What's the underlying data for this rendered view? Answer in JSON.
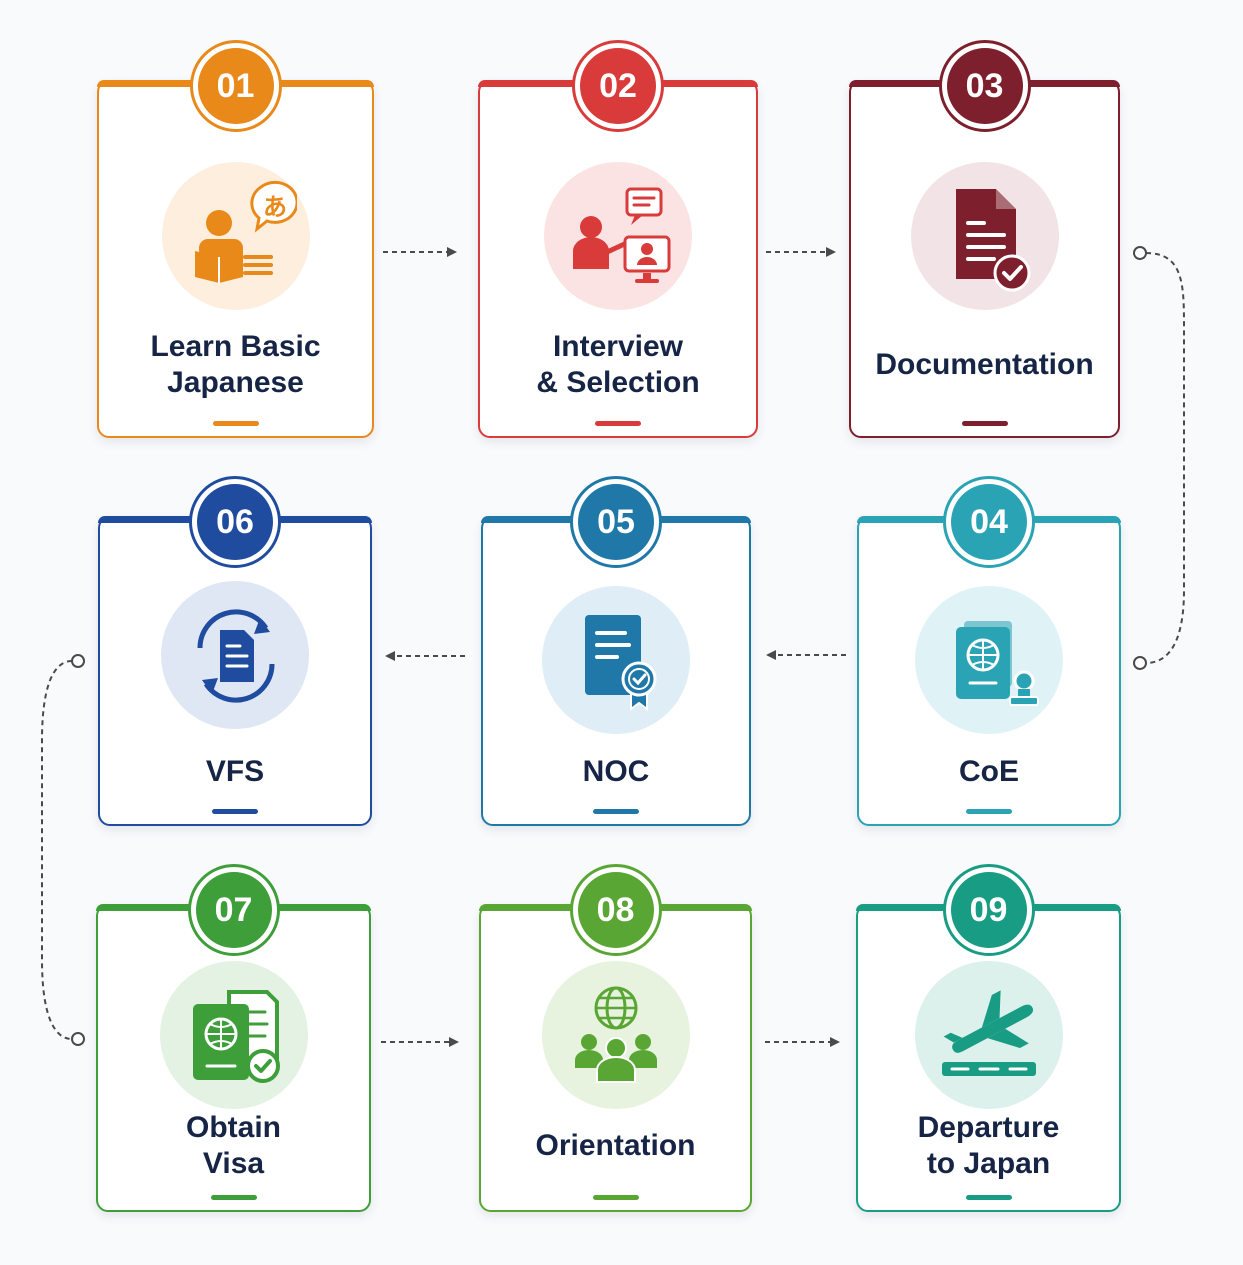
{
  "steps": [
    {
      "number": "01",
      "title": "Learn Basic\nJapanese",
      "color": "#e8891a",
      "icon_bg": "#fdeedd",
      "icon": "person-reading-japanese-icon"
    },
    {
      "number": "02",
      "title": "Interview\n& Selection",
      "color": "#d93b3b",
      "icon_bg": "#fbe3e3",
      "icon": "interview-presentation-icon"
    },
    {
      "number": "03",
      "title": "Documentation",
      "color": "#7d1f2c",
      "icon_bg": "#f2e4e6",
      "icon": "document-check-icon"
    },
    {
      "number": "04",
      "title": "CoE",
      "color": "#2aa3b5",
      "icon_bg": "#dff2f5",
      "icon": "passport-stamp-icon"
    },
    {
      "number": "05",
      "title": "NOC",
      "color": "#1f78a8",
      "icon_bg": "#deedf6",
      "icon": "certificate-icon"
    },
    {
      "number": "06",
      "title": "VFS",
      "color": "#1f4c9e",
      "icon_bg": "#dfe7f4",
      "icon": "document-cycle-icon"
    },
    {
      "number": "07",
      "title": "Obtain\nVisa",
      "color": "#3d9e3a",
      "icon_bg": "#e3f2e2",
      "icon": "passport-visa-approved-icon"
    },
    {
      "number": "08",
      "title": "Orientation",
      "color": "#5aa634",
      "icon_bg": "#e7f2df",
      "icon": "group-globe-icon"
    },
    {
      "number": "09",
      "title": "Departure\nto Japan",
      "color": "#199c84",
      "icon_bg": "#dcf1ec",
      "icon": "airplane-departure-icon"
    }
  ],
  "connector_color": "#4a4a4a"
}
